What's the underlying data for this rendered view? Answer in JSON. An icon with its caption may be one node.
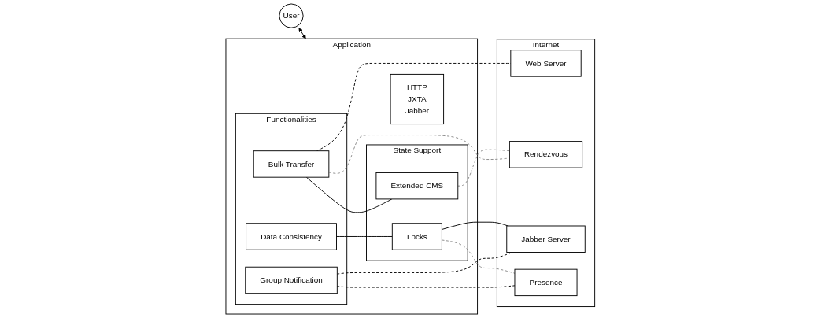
{
  "diagram": {
    "nodes": [
      {
        "text": [
          "User"
        ]
      },
      {
        "text": [
          "Application"
        ]
      },
      {
        "text": [
          "Functionalities"
        ],
        "in": 1
      },
      {
        "text": [
          "Bulk Transfer"
        ],
        "in": 2
      },
      {
        "text": [
          "Group Notification"
        ],
        "in": 2
      },
      {
        "text": [
          "Data Consistency"
        ],
        "in": 2
      },
      {
        "text": [
          "State Support"
        ],
        "in": 1
      },
      {
        "text": [
          "Extended CMS"
        ],
        "in": 6
      },
      {
        "text": [
          "Locks"
        ],
        "in": 6
      },
      {
        "text": [
          "HTTP",
          "JXTA",
          "Jabber"
        ],
        "in": 1
      },
      {
        "text": [
          "Internet"
        ]
      },
      {
        "text": [
          "Web Server"
        ],
        "in": 10
      },
      {
        "text": [
          "Rendezvous"
        ],
        "in": 10
      },
      {
        "text": [
          "Jabber Server"
        ],
        "in": 10
      },
      {
        "text": [
          "Presence"
        ],
        "in": 10
      }
    ],
    "edges": [
      {
        "from": 0,
        "to": 1,
        "arrow": "both"
      },
      {
        "from": 3,
        "to": 11,
        "arrow": "none",
        "style": "dashed"
      },
      {
        "from": 3,
        "to": 12,
        "arrow": "none",
        "style": "dashed",
        "color": "#888888"
      },
      {
        "from": 3,
        "to": 7,
        "arrow": "none"
      },
      {
        "from": 7,
        "to": 12,
        "arrow": "none",
        "style": "dashed",
        "color": "#888888"
      },
      {
        "from": 4,
        "to": 13,
        "arrow": "none",
        "style": "dashed"
      },
      {
        "from": 4,
        "to": 14,
        "arrow": "none",
        "style": "dashed"
      },
      {
        "from": 5,
        "to": 8,
        "arrow": "none"
      },
      {
        "from": 8,
        "to": 13,
        "arrow": "none"
      },
      {
        "from": 8,
        "to": 14,
        "arrow": "none",
        "style": "dashed",
        "color": "#888888"
      }
    ]
  }
}
